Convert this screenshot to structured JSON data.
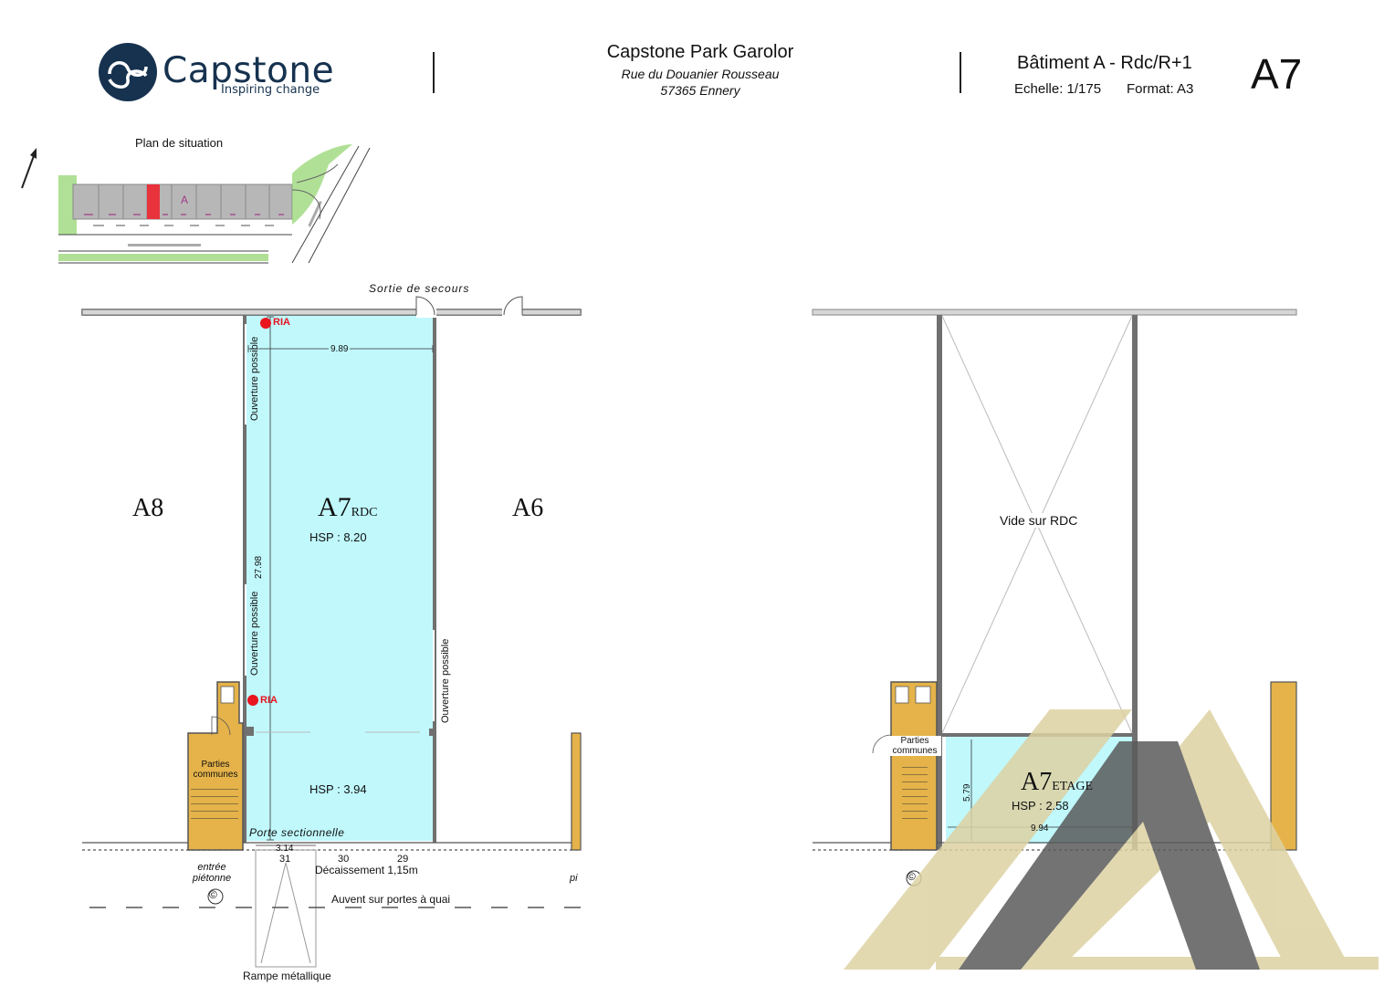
{
  "header": {
    "logo": {
      "name": "Capstone",
      "tagline": "Inspiring change"
    },
    "project": {
      "title": "Capstone Park Garolor",
      "street": "Rue du Douanier Rousseau",
      "city": "57365 Ennery"
    },
    "building": {
      "label": "Bâtiment A - Rdc/R+1",
      "scale": "Echelle: 1/175",
      "format": "Format: A3"
    },
    "sheet_code": "A7"
  },
  "situation_plan": {
    "title": "Plan de situation",
    "building_letter": "A",
    "highlight_color": "#e8323c"
  },
  "ground_floor": {
    "emergency_exit": "Sortie de secours",
    "ria_1": "RIA",
    "ria_2": "RIA",
    "width_dim": "9.89",
    "length_dim": "27.98",
    "opening_1": "Ouverture possible",
    "opening_2": "Ouverture possible",
    "opening_3": "Ouverture possible",
    "neighbor_left": "A8",
    "neighbor_right": "A6",
    "unit_name": "A7",
    "unit_level": "RDC",
    "hsp_main": "HSP : 8.20",
    "hsp_office": "HSP : 3.94",
    "common_parts": "Parties communes",
    "pedestrian_entry": "entrée piétonne",
    "pedestrian_entry_right": "pi",
    "sectional_door": "Porte sectionnelle",
    "door_width": "3.14",
    "door_31": "31",
    "door_30": "30",
    "door_29": "29",
    "step_down": "Décaissement 1,15m",
    "canopy": "Auvent sur portes à quai",
    "ramp": "Rampe métallique",
    "copyright_mark": "©"
  },
  "upper_floor": {
    "void_label": "Vide sur RDC",
    "unit_name": "A7",
    "unit_level": "ETAGE",
    "hsp": "HSP : 2.58",
    "width_dim": "9.94",
    "depth_dim": "5.79",
    "common_parts": "Parties communes",
    "copyright_mark": "©"
  },
  "colors": {
    "unit_fill": "#c0f8fc",
    "wall": "#707070",
    "common_fill": "#e5b34a",
    "ria_red": "#e8141e",
    "watermark_light": "#ddd2a3",
    "watermark_dark": "#5b5b5b",
    "brand_navy": "#16324f"
  }
}
